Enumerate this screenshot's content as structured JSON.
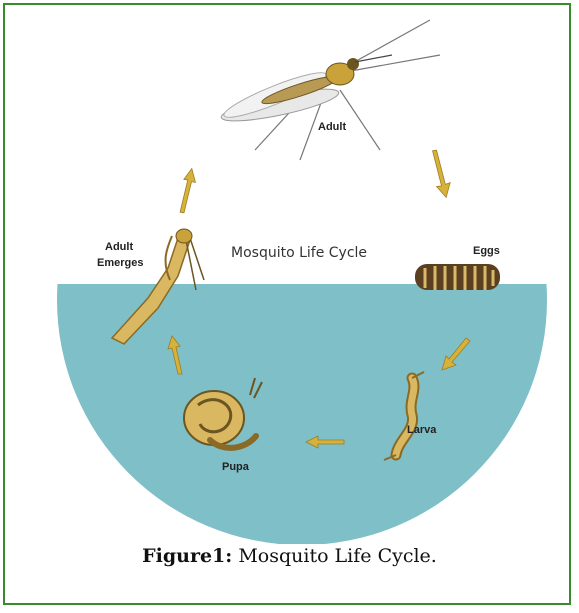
{
  "diagram": {
    "title": "Mosquito Life Cycle",
    "stages": {
      "adult": "Adult",
      "eggs": "Eggs",
      "larva": "Larva",
      "pupa": "Pupa",
      "emerges_line1": "Adult",
      "emerges_line2": "Emerges"
    },
    "colors": {
      "frame_border": "#3a8a2e",
      "water": "#7fbfc7",
      "arrow": "#d6b23a",
      "insect": "#c9a23a"
    }
  },
  "caption": {
    "label": "Figure1:",
    "text": " Mosquito Life Cycle."
  }
}
